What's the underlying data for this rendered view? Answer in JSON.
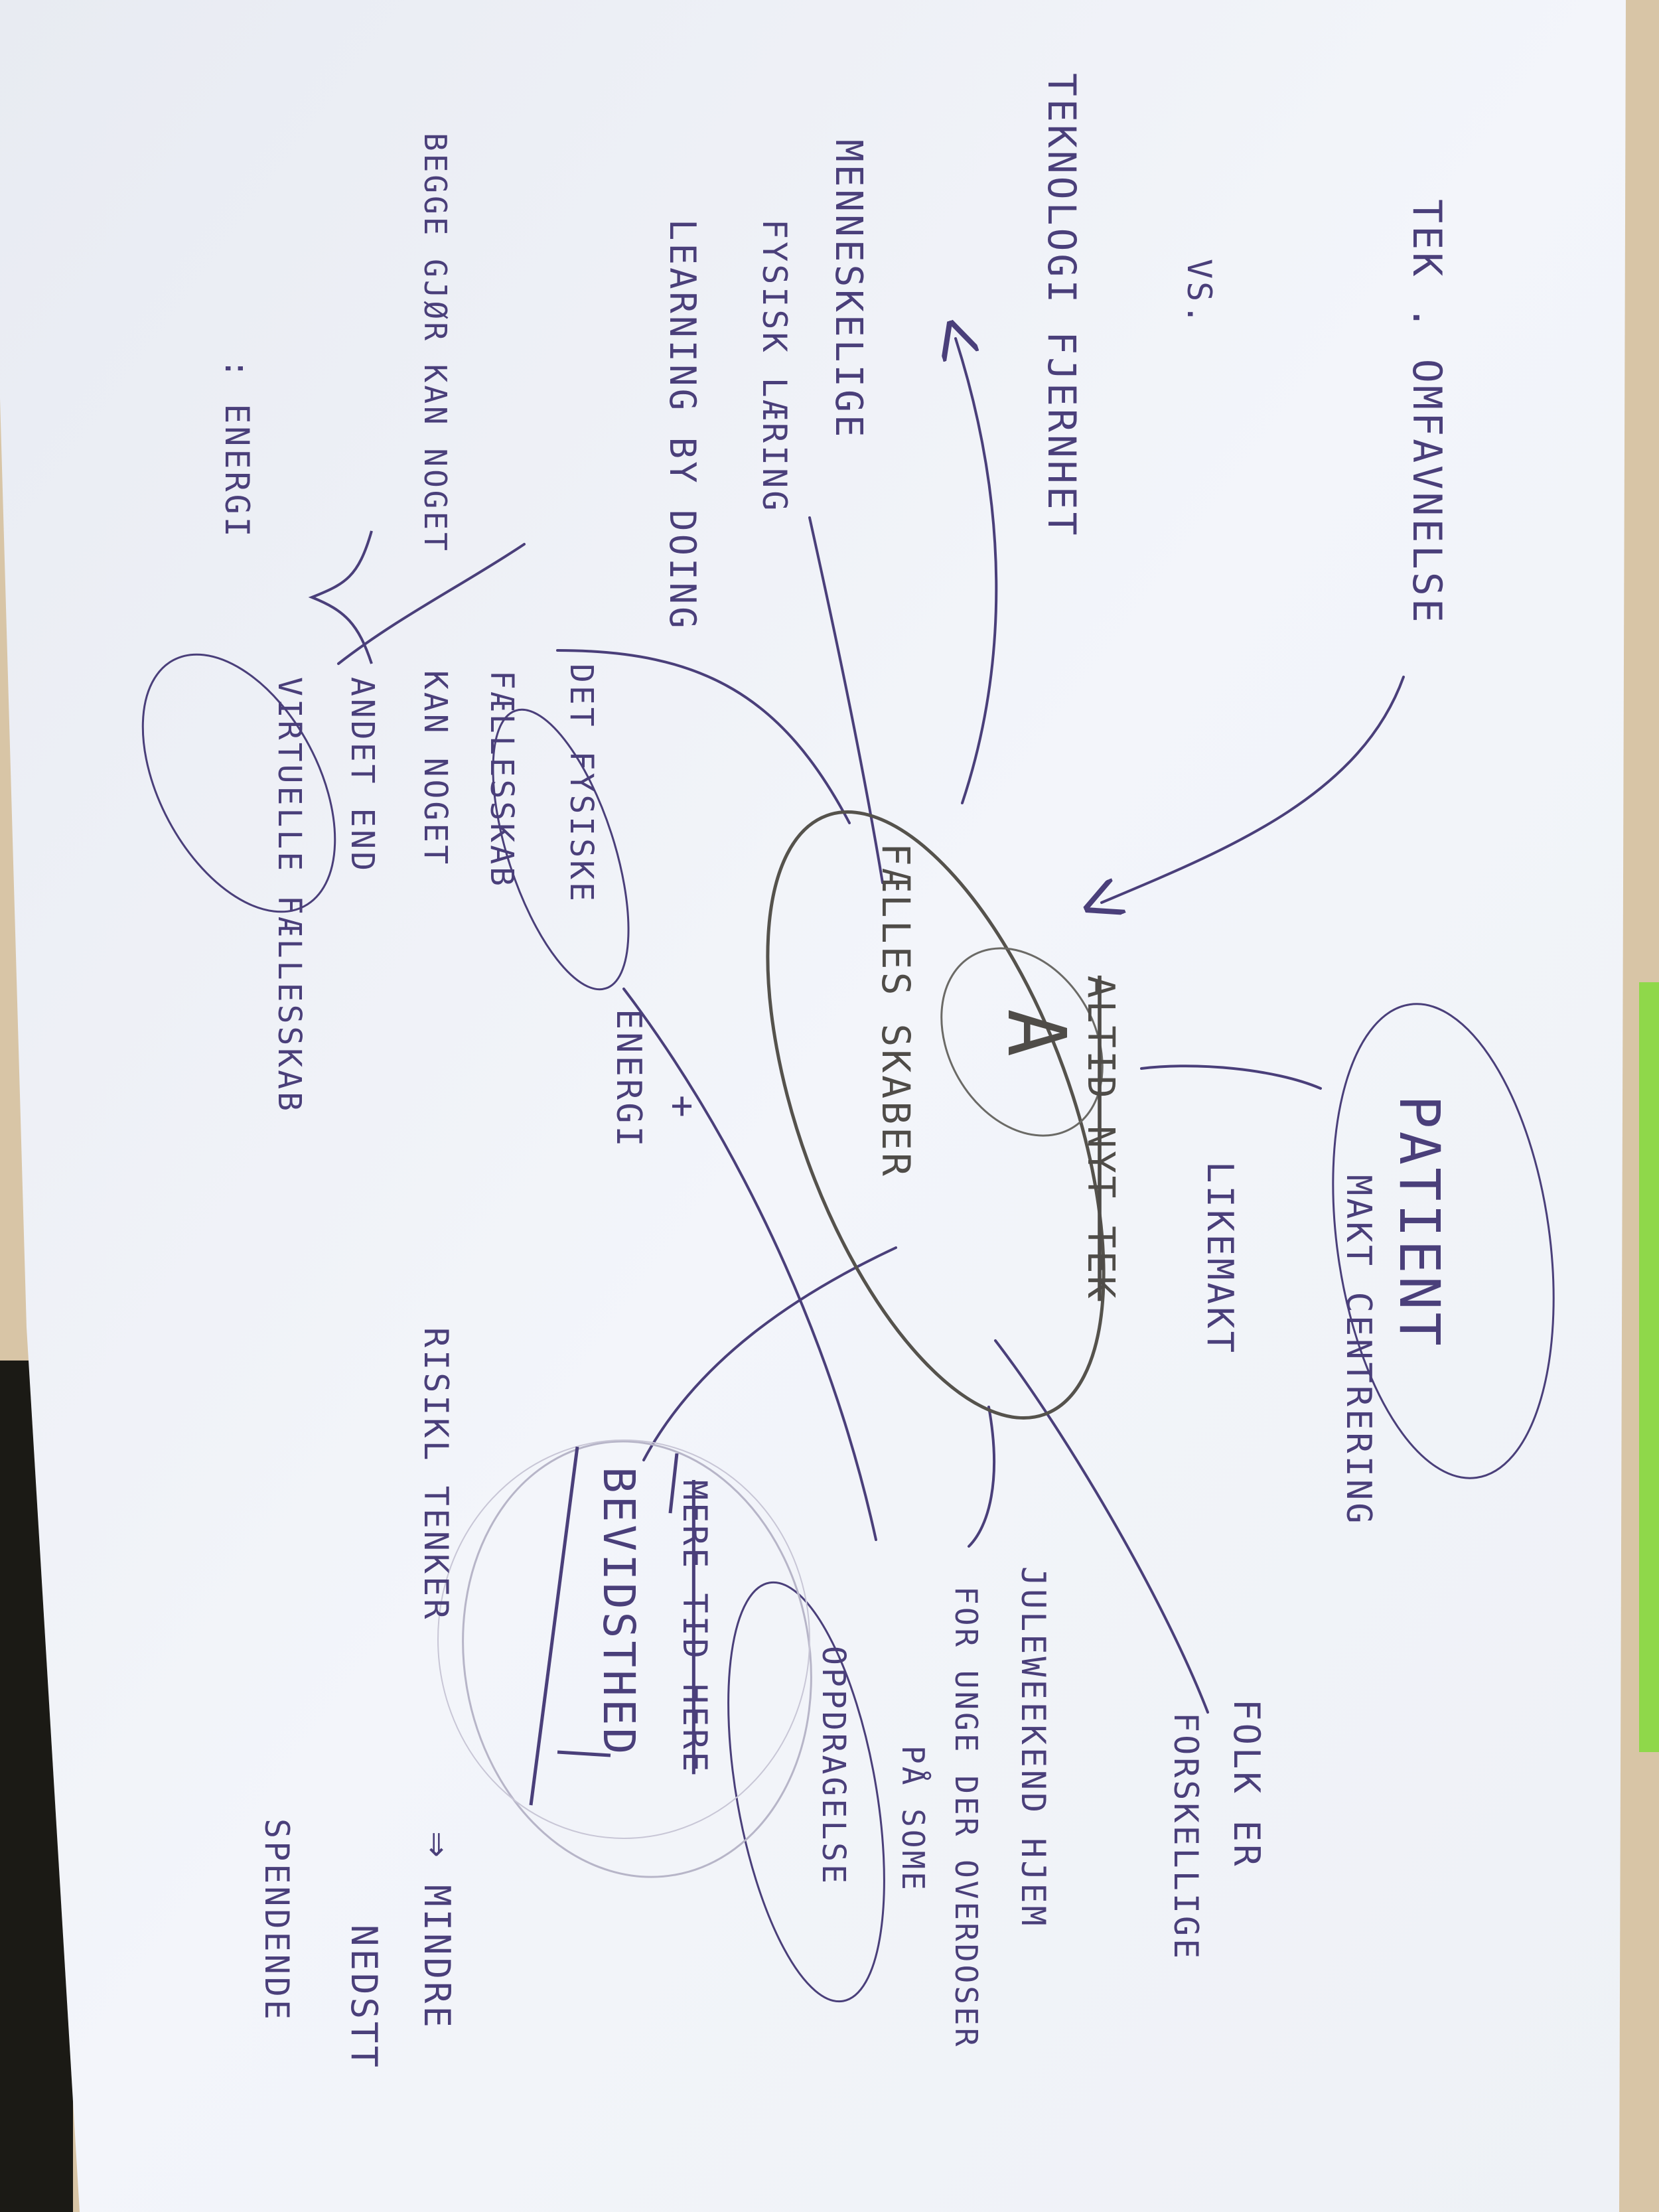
{
  "notes": {
    "teknologi_omfavnelse": "TEK . OMFAVNELSE",
    "vs": "VS.",
    "teknologi_fjernhet": "TEKNOLOGI FJERNHET",
    "menneskelige": "MENNESKELIGE",
    "fysisk_laering": "FYSISK LÆRING",
    "learning_by_doing": "LEARNING BY DOING",
    "begge_gjor": "BEGGE GJØR KAN NOGET",
    "energi_left": ": ENERGI",
    "det_fysiske": "DET FYSISKE",
    "fellesskab": "FÆLLESSKAB",
    "kan_noget": "KAN NOGET",
    "andet_end": "ANDET END",
    "virtuelle_fellesskab": "VIRTUELLE FÆLLESSKAB",
    "energi_right": "ENERGI",
    "plus": "+",
    "center_a": "A",
    "felles_skaber": "FÆLLES SKABER",
    "altid_nyt_tek": "ALTID NYT TEK",
    "patient": "PATIENT",
    "maktcentrering": "MAKT CENTRERING",
    "likemakt": "LIKEMAKT",
    "folk_er": "FOLK ER",
    "forskellige": "FORSKELLIGE",
    "juleweekend": "JULEWEEKEND HJEM",
    "for_unge": "FOR UNGE DER OVERDOSER",
    "pa_some": "PÅ SOME",
    "oppdragelse": "OPPDRAGELSE",
    "mere_tid": "MERE TID HERE",
    "bevidsthed": "BEVIDSTHED",
    "risikl_tenker": "RISIKL TENKER",
    "arrow_symbol": "⇒",
    "mindre": "MINDRE",
    "mindre_nedstt": "NEDSTT",
    "spendende": "SPENDENDE"
  },
  "colors": {
    "table": "#d6c2a3",
    "paper": "#f1f3f8",
    "ink_purple": "#4a3f7a",
    "ink_grey": "#4f4c48",
    "sticky_note": "#8fd84a"
  },
  "icons": [
    "arrow-icon",
    "ellipse-icon",
    "underline-icon"
  ]
}
